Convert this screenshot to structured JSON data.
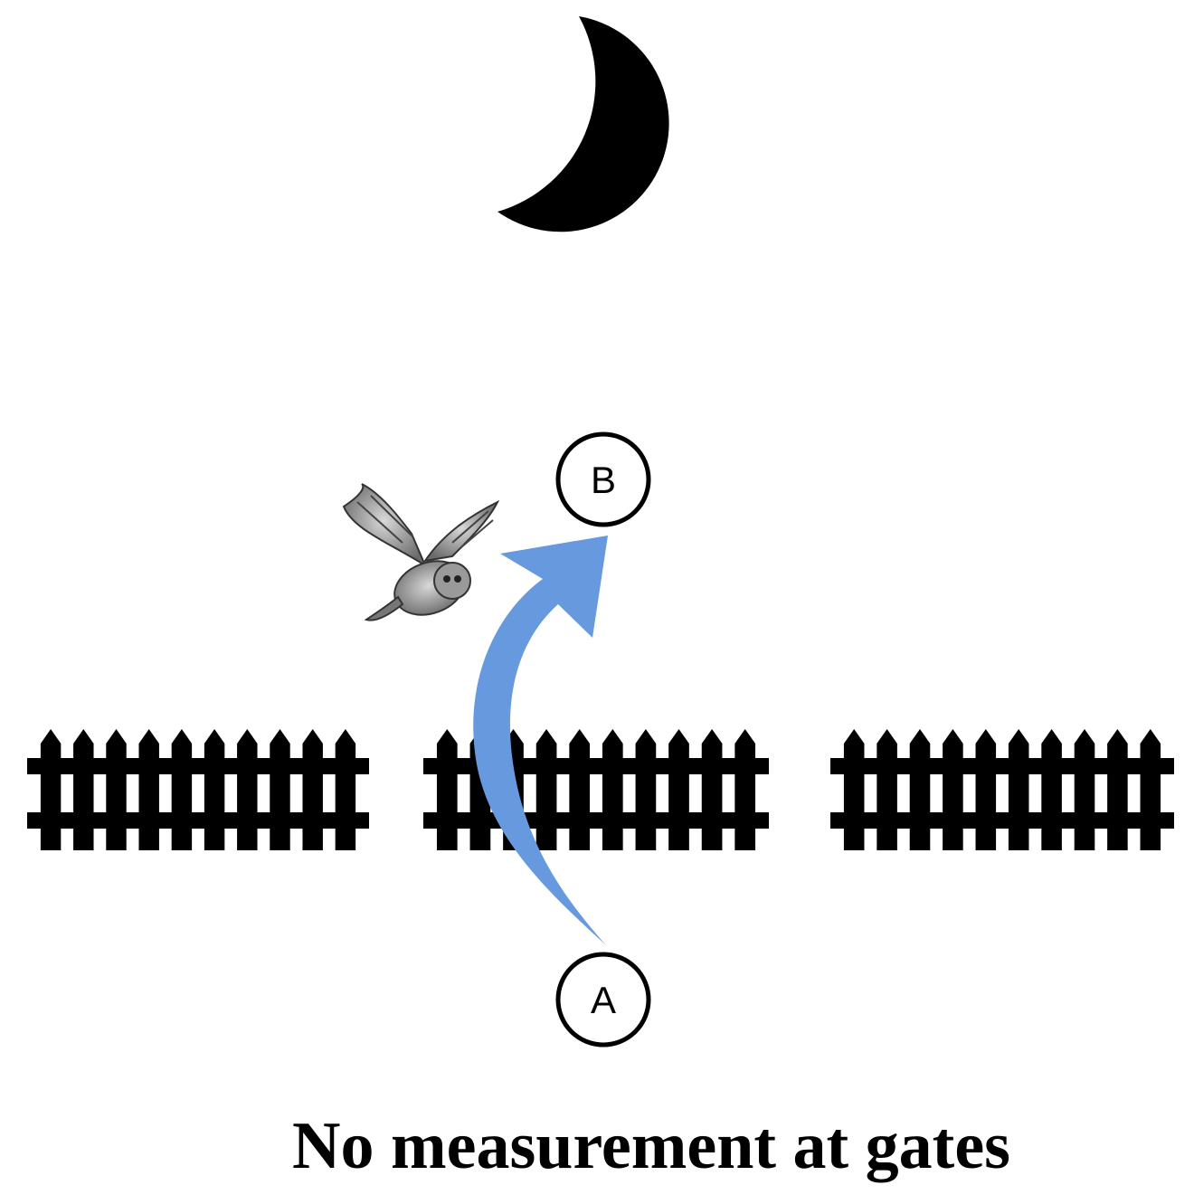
{
  "diagram": {
    "nodes": [
      {
        "id": "A",
        "label": "A"
      },
      {
        "id": "B",
        "label": "B"
      }
    ],
    "path": {
      "from": "A",
      "to": "B",
      "color": "#6699dd"
    },
    "fence_sections": 3,
    "icons": [
      "moon-icon",
      "owl-icon",
      "fence-icon"
    ],
    "caption": "No measurement at gates"
  }
}
